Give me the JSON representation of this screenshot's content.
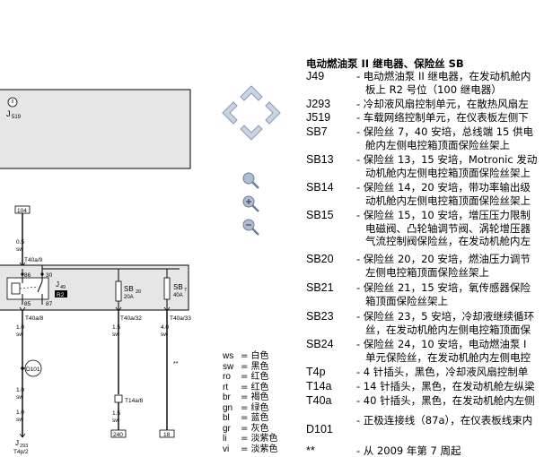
{
  "legend": {
    "title": "电动燃油泵 II 继电器、保险丝 SB",
    "entries": [
      {
        "code": "J49",
        "lines": [
          "- 电动燃油泵 II 继电器，在发动机舱内",
          "板上 R2 号位（100 继电器）"
        ]
      },
      {
        "code": "J293",
        "lines": [
          "- 冷却液风扇控制单元，在散热风扇左"
        ]
      },
      {
        "code": "J519",
        "lines": [
          "- 车载网络控制单元，在仪表板左侧下"
        ]
      },
      {
        "code": "SB7",
        "lines": [
          "- 保险丝 7，40 安培，总线端 15 供电",
          "舱内左侧电控箱顶面保险丝架上"
        ]
      },
      {
        "code": "SB13",
        "lines": [
          "- 保险丝 13，15 安培，Motronic 发动",
          "动机舱内左侧电控箱顶面保险丝架上"
        ]
      },
      {
        "code": "SB14",
        "lines": [
          "- 保险丝 14，20 安培，带功率输出级",
          "动机舱内左侧电控箱顶面保险丝架上"
        ]
      },
      {
        "code": "SB15",
        "lines": [
          "- 保险丝 15，10 安培，增压压力限制",
          "电磁阀、凸轮轴调节阀、涡轮增压器",
          "气流控制阀保险丝，在发动机舱内左"
        ]
      },
      {
        "code": "SB20",
        "lines": [
          "- 保险丝 20，20 安培，燃油压力调节",
          "左侧电控箱顶面保险丝架上"
        ]
      },
      {
        "code": "SB21",
        "lines": [
          "- 保险丝 21，15 安培，氧传感器保险",
          "箱顶面保险丝架上"
        ]
      },
      {
        "code": "SB23",
        "lines": [
          "- 保险丝 23，5 安培，冷却液继续循环",
          "丝，在发动机舱内左侧电控箱顶面保"
        ]
      },
      {
        "code": "SB24",
        "lines": [
          "- 保险丝 24，10 安培，电动燃油泵 I",
          "单元保险丝，在发动机舱内左侧电控"
        ]
      },
      {
        "code": "T4p",
        "lines": [
          "- 4 针插头，黑色，冷却液风扇控制单"
        ]
      },
      {
        "code": "T14a",
        "lines": [
          "- 14 针插头，黑色，在发动机舱左纵梁"
        ]
      },
      {
        "code": "T40a",
        "lines": [
          "- 40 针插头，黑色，在发动机舱内左侧"
        ]
      },
      {
        "code": "D101",
        "lines": [
          "- 正极连接线（87a），在仪表板线束内"
        ]
      },
      {
        "code": "**",
        "lines": [
          "- 从 2009 年第 7 周起"
        ]
      }
    ]
  },
  "color_codes": [
    {
      "abbr": "ws",
      "name": "= 白色"
    },
    {
      "abbr": "sw",
      "name": "= 黑色"
    },
    {
      "abbr": "ro",
      "name": "= 红色"
    },
    {
      "abbr": "rt",
      "name": "= 红色"
    },
    {
      "abbr": "br",
      "name": "= 褐色"
    },
    {
      "abbr": "gn",
      "name": "= 绿色"
    },
    {
      "abbr": "bl",
      "name": "= 蓝色"
    },
    {
      "abbr": "gr",
      "name": "= 灰色"
    },
    {
      "abbr": "li",
      "name": "= 淡紫色"
    },
    {
      "abbr": "vi",
      "name": "= 淡紫色"
    }
  ],
  "diagram": {
    "j519_label": "J",
    "j519_sub": "519",
    "terminal_104": "104",
    "terminal_240": "240",
    "terminal_18": "18",
    "wire_top_size": "0.5",
    "wire_top_color": "sw",
    "conn_t40a9": "T40a/9",
    "pin_86": "86",
    "pin_30": "30",
    "pin_85": "85",
    "pin_87": "87",
    "relay_label": "J",
    "relay_sub": "49",
    "relay_slot": "R2",
    "fuse1_label": "SB",
    "fuse1_sub": "20",
    "fuse1_rating": "20A",
    "fuse2_label": "SB",
    "fuse2_sub": "7",
    "fuse2_rating": "40A",
    "conn_t40a8": "T40a/8",
    "conn_t40a32": "T40a/32",
    "conn_t40a33": "T40a/33",
    "wire1_size": "1.0",
    "wire1_color": "sw",
    "wire2_size": "1.5",
    "wire2_color": "sw",
    "wire3_size": "4.0",
    "wire3_color": "sw",
    "d101_label": "D101",
    "conn_t14a8": "T14a/8",
    "wire4_size": "1.0",
    "wire4_color": "sw",
    "wire5_size": "1.5",
    "wire5_color": "sw",
    "wire6_size": "1.0",
    "wire6_color": "sw",
    "j293_label": "J",
    "j293_sub": "293",
    "conn_t4p2": "T4p/2",
    "star_mark": "**"
  },
  "colors": {
    "panel_fill": "#e6e6e6",
    "line": "#000000",
    "nav_fill": "#c8d4e6",
    "nav_stroke": "#8a9bb5",
    "zoom_fill": "#b0bcd0"
  }
}
